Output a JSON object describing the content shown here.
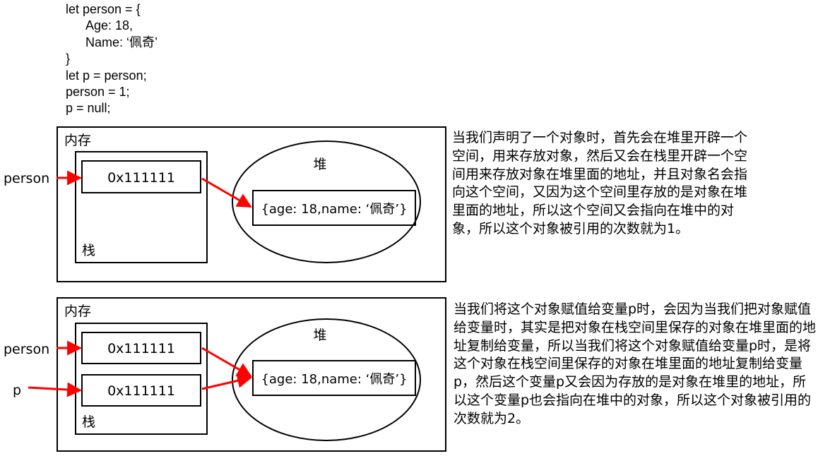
{
  "code": {
    "line1": "let person = {",
    "line2": "Age: 18,",
    "line3": "Name: ‘佩奇’",
    "line4": "}",
    "line5": "let p = person;",
    "line6": "person = 1;",
    "line7": "p = null;"
  },
  "diagram1": {
    "memory_label": "内存",
    "stack_label": "栈",
    "heap_label": "堆",
    "var_person": "person",
    "stack_value": "0x111111",
    "heap_object": "{age: 18,name: ‘佩奇’}",
    "description": "当我们声明了一个对象时，首先会在堆里开辟一个空间，用来存放对象，然后又会在栈里开辟一个空间用来存放对象在堆里面的地址，并且对象名会指向这个空间，又因为这个空间里存放的是对象在堆里面的地址，所以这个空间又会指向在堆中的对象，所以这个对象被引用的次数就为1。"
  },
  "diagram2": {
    "memory_label": "内存",
    "stack_label": "栈",
    "heap_label": "堆",
    "var_person": "person",
    "var_p": "p",
    "stack_value_1": "0x111111",
    "stack_value_2": "0x111111",
    "heap_object": "{age: 18,name: ‘佩奇’}",
    "description": "当我们将这个对象赋值给变量p时，会因为当我们把对象赋值给变量时，其实是把对象在栈空间里保存的对象在堆里面的地址复制给变量，所以当我们将这个对象赋值给变量p时，是将这个对象在栈空间里保存的对象在堆里面的地址复制给变量p，然后这个变量p又会因为存放的是对象在堆里的地址，所以这个变量p也会指向在堆中的对象，所以这个对象被引用的次数就为2。"
  },
  "colors": {
    "arrow": "#ff0000",
    "stroke": "#000000"
  }
}
